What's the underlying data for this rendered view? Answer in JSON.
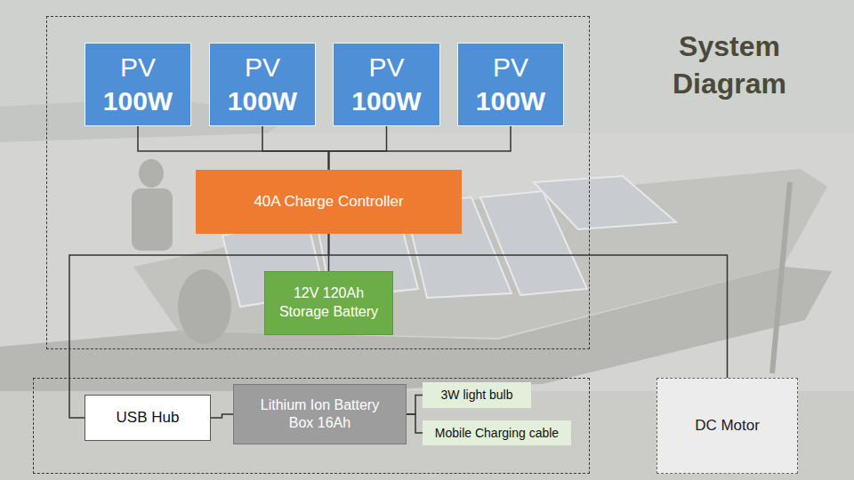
{
  "diagram": {
    "title": "System Diagram",
    "nodes": [
      {
        "text": []
      },
      {
        "text": [
          "PV",
          "100W"
        ],
        "in": 0
      },
      {
        "text": [
          "PV",
          "100W"
        ],
        "in": 0
      },
      {
        "text": [
          "PV",
          "100W"
        ],
        "in": 0
      },
      {
        "text": [
          "PV",
          "100W"
        ],
        "in": 0
      },
      {
        "text": [
          "40A Charge Controller"
        ],
        "in": 0
      },
      {
        "text": [
          "12V 120Ah Storage Battery"
        ],
        "in": 0
      },
      {
        "text": []
      },
      {
        "text": [
          "USB Hub"
        ],
        "in": 7
      },
      {
        "text": [
          "Lithium Ion Battery Box 16Ah"
        ],
        "in": 7
      },
      {
        "text": [
          "3W light bulb"
        ],
        "in": 7
      },
      {
        "text": [
          "Mobile Charging cable"
        ],
        "in": 7
      },
      {
        "text": [
          "DC Motor"
        ]
      }
    ],
    "edges": [
      {
        "from": 1,
        "to": 5,
        "arrow": "none"
      },
      {
        "from": 2,
        "to": 5,
        "arrow": "none"
      },
      {
        "from": 3,
        "to": 5,
        "arrow": "none"
      },
      {
        "from": 4,
        "to": 5,
        "arrow": "none"
      },
      {
        "from": 5,
        "to": 6,
        "arrow": "none"
      },
      {
        "from": 5,
        "to": 8,
        "arrow": "none"
      },
      {
        "from": 5,
        "to": 12,
        "arrow": "none"
      },
      {
        "from": 8,
        "to": 9,
        "arrow": "none"
      },
      {
        "from": 9,
        "to": 10,
        "arrow": "none"
      },
      {
        "from": 9,
        "to": 11,
        "arrow": "none"
      }
    ]
  }
}
